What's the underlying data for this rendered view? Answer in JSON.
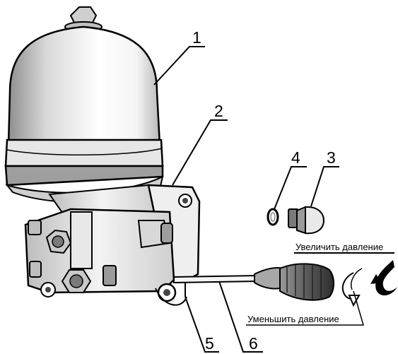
{
  "callouts": {
    "c1": "1",
    "c2": "2",
    "c3": "3",
    "c4": "4",
    "c5": "5",
    "c6": "6"
  },
  "annotations": {
    "increase": "Увеличить давление",
    "decrease": "Уменьшить давление"
  },
  "colors": {
    "line": "#000000",
    "body_light": "#f2f2f2",
    "body_mid": "#d2d2d2",
    "body_dark": "#9a9a9a",
    "handle": "#6e6e6e"
  }
}
